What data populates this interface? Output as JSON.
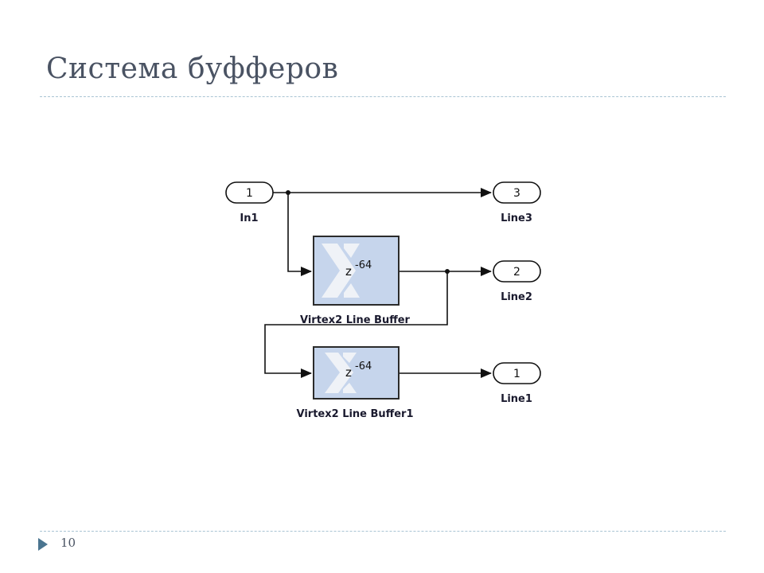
{
  "slide": {
    "title": "Система буфферов",
    "page_number": "10"
  },
  "diagram": {
    "inports": [
      {
        "number": "1",
        "label": "In1"
      }
    ],
    "outports": [
      {
        "number": "3",
        "label": "Line3"
      },
      {
        "number": "2",
        "label": "Line2"
      },
      {
        "number": "1",
        "label": "Line1"
      }
    ],
    "blocks": [
      {
        "label": "Virtex2 Line Buffer",
        "z_base": "z",
        "z_exp": "-64"
      },
      {
        "label": "Virtex2 Line Buffer1",
        "z_base": "z",
        "z_exp": "-64"
      }
    ],
    "colors": {
      "block_fill": "#c6d5ec",
      "block_border": "#2b2b2b",
      "logo": "#f2f4f8",
      "wire": "#111111"
    }
  }
}
